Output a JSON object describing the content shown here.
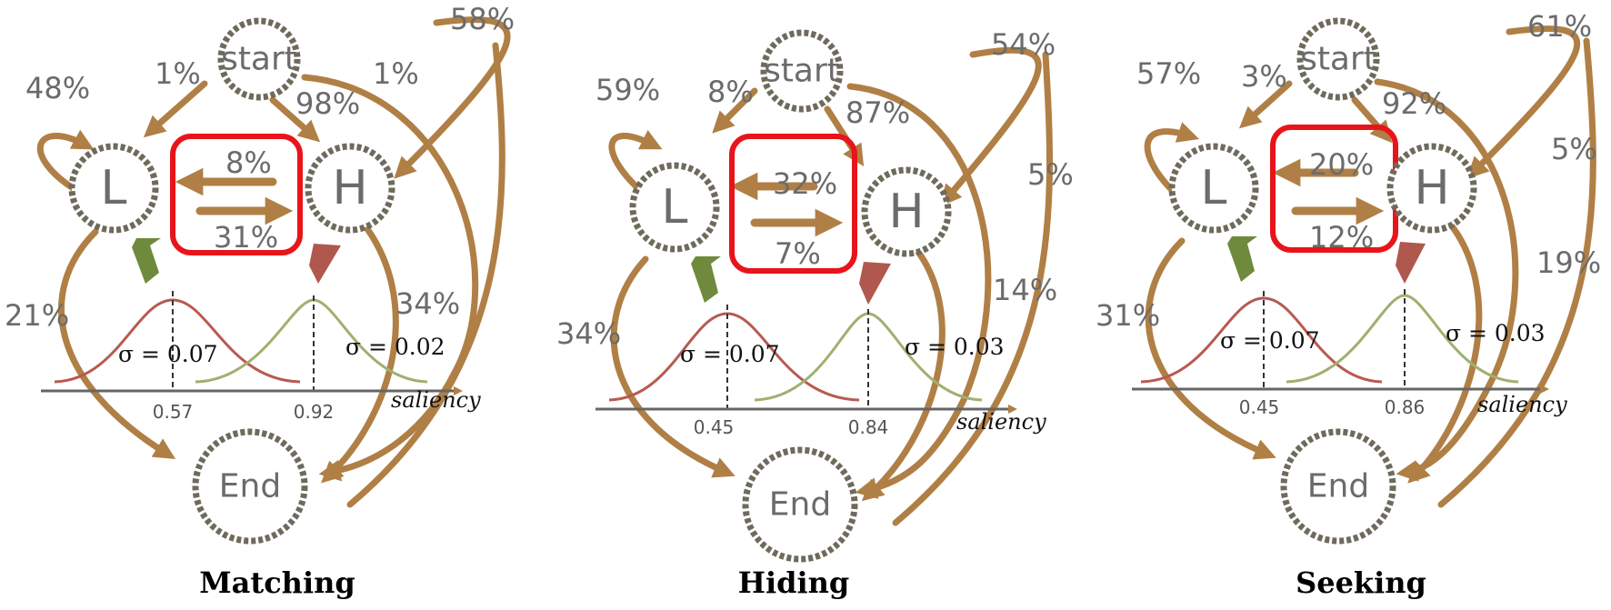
{
  "colors": {
    "arrow": "#b07f45",
    "node_border": "#6e6a5c",
    "highlight_box": "#e8141a",
    "low_curve": "#b85a50",
    "high_curve": "#9fb070",
    "low_pointer": "#6f8a3c",
    "high_pointer": "#b0584e"
  },
  "axis_label": "saliency",
  "panels": [
    {
      "title": "Matching",
      "nodes": {
        "start": "start",
        "low": "L",
        "high": "H",
        "end": "End"
      },
      "transitions": {
        "start_to_L": "1%",
        "start_to_H": "98%",
        "start_to_End": "1%",
        "L_self": "48%",
        "H_self": "58%",
        "H_to_L": "8%",
        "L_to_H": "31%",
        "L_to_End": "21%",
        "H_to_End": "34%"
      },
      "sigma_L": "σ = 0.07",
      "sigma_H": "σ = 0.02",
      "mean_L": "0.57",
      "mean_H": "0.92"
    },
    {
      "title": "Hiding",
      "nodes": {
        "start": "start",
        "low": "L",
        "high": "H",
        "end": "End"
      },
      "transitions": {
        "start_to_L": "8%",
        "start_to_H": "87%",
        "start_to_End": "5%",
        "L_self": "59%",
        "H_self": "54%",
        "H_to_L": "32%",
        "L_to_H": "7%",
        "L_to_End": "34%",
        "H_to_End": "14%"
      },
      "sigma_L": "σ = 0.07",
      "sigma_H": "σ = 0.03",
      "mean_L": "0.45",
      "mean_H": "0.84"
    },
    {
      "title": "Seeking",
      "nodes": {
        "start": "start",
        "low": "L",
        "high": "H",
        "end": "End"
      },
      "transitions": {
        "start_to_L": "3%",
        "start_to_H": "92%",
        "start_to_End": "5%",
        "L_self": "57%",
        "H_self": "61%",
        "H_to_L": "20%",
        "L_to_H": "12%",
        "L_to_End": "31%",
        "H_to_End": "19%"
      },
      "sigma_L": "σ = 0.07",
      "sigma_H": "σ = 0.03",
      "mean_L": "0.45",
      "mean_H": "0.86"
    }
  ]
}
